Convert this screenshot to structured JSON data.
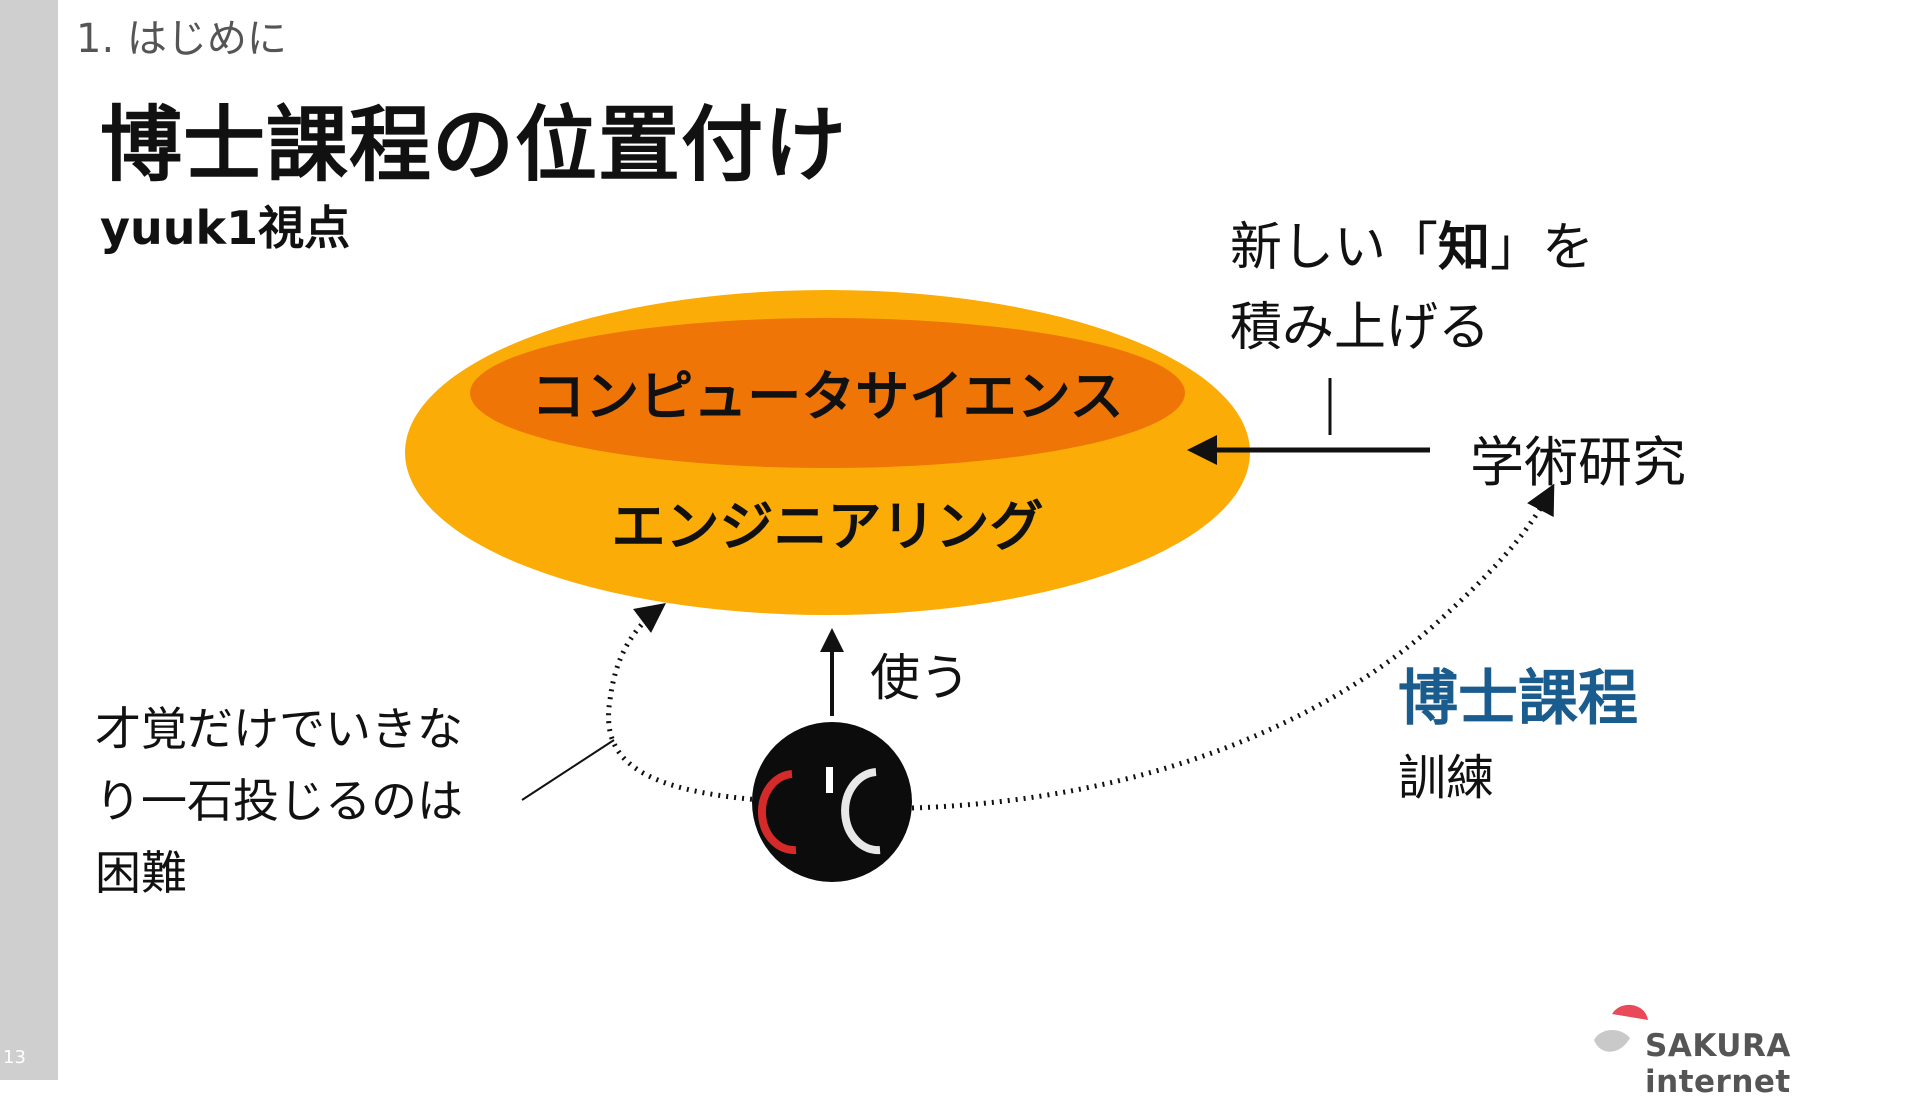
{
  "page_number": "13",
  "section": "1. はじめに",
  "title": "博士課程の位置付け",
  "subtitle": "yuuk1視点",
  "diagram": {
    "inner_label": "コンピュータサイエンス",
    "outer_label": "エンジニアリング",
    "new_knowledge_line1_pre": "新しい「",
    "new_knowledge_bold": "知",
    "new_knowledge_line1_post": "」を",
    "new_knowledge_line2": "積み上げる",
    "research": "学術研究",
    "use": "使う",
    "phd_title": "博士課程",
    "phd_sub": "訓練",
    "difficult_lines": [
      "才覚だけでいきな",
      "り一石投じるのは",
      "困難"
    ],
    "colors": {
      "outer": "#fbac06",
      "inner": "#ee7506",
      "phd": "#1b5c8f",
      "face_left": "#d42a2a",
      "face_right": "#e8e8e8"
    }
  },
  "logo": {
    "text": "SAKURA internet",
    "icon": "sakura-logo-icon"
  }
}
